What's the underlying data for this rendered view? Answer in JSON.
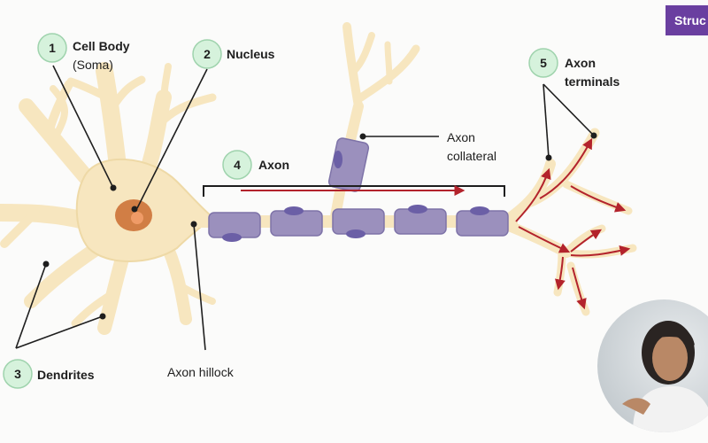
{
  "section_tag": "Struc",
  "labels": {
    "n1": "1",
    "cell_body": "Cell Body",
    "soma": "(Soma)",
    "n2": "2",
    "nucleus": "Nucleus",
    "n3": "3",
    "dendrites": "Dendrites",
    "axon_hillock": "Axon hillock",
    "n4": "4",
    "axon": "Axon",
    "axon_collateral_1": "Axon",
    "axon_collateral_2": "collateral",
    "n5": "5",
    "axon_terminals_1": "Axon",
    "axon_terminals_2": "terminals"
  },
  "colors": {
    "membrane": "#f7e6bf",
    "membrane_edge": "#eed9a6",
    "nucleus": "#d17e45",
    "nucleolus": "#ef9b67",
    "myelin": "#9b90bd",
    "schwann_nucleus": "#6b5fa6",
    "signal_arrow": "#b3232c",
    "number_badge": "#d6f2dc",
    "number_badge_stroke": "#9fd3ad",
    "section_tag": "#6a3fa0"
  },
  "presenter": "presenter-video-thumbnail"
}
